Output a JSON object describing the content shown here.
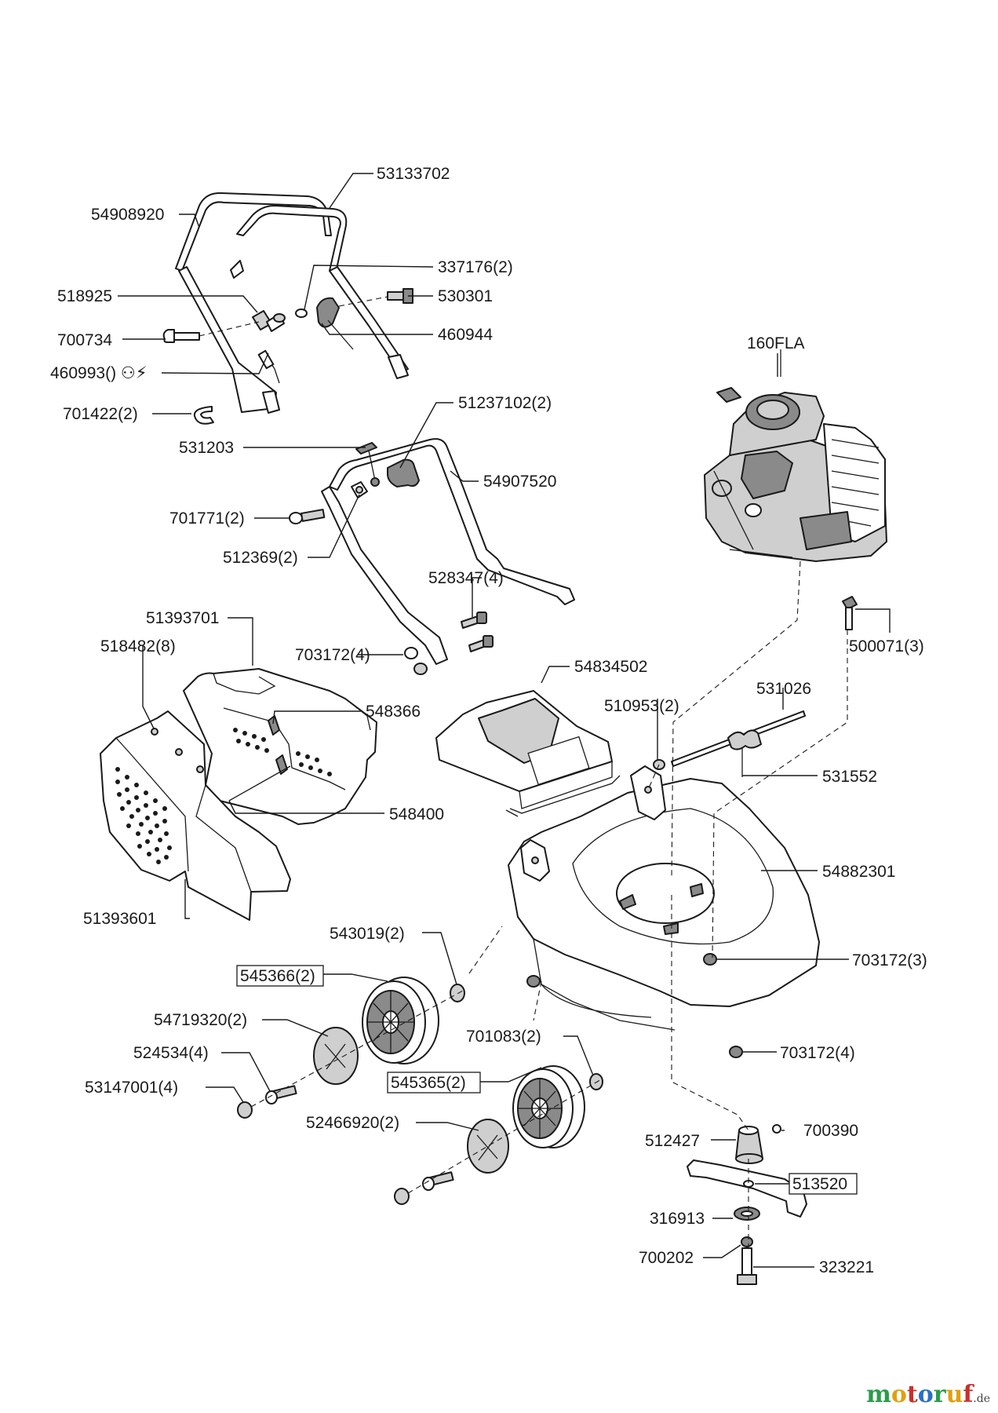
{
  "labels": {
    "handle_upper": "54908920",
    "handle_upper_right": "53133702",
    "clip_337176": "337176(2)",
    "part_518925": "518925",
    "screw_530301": "530301",
    "bolt_700734": "700734",
    "lever_460944": "460944",
    "cable_460993": "460993()",
    "clip_701422": "701422(2)",
    "knob_51237102": "51237102(2)",
    "rod_531203": "531203",
    "handle_lower": "54907520",
    "screw_701771": "701771(2)",
    "part_512369": "512369(2)",
    "screw_528347": "528347(4)",
    "nut_703172_4a": "703172(4)",
    "engine": "160FLA",
    "bolt_500071": "500071(3)",
    "bag_frame": "51393701",
    "rivet_518482": "518482(8)",
    "bag_part_548366": "548366",
    "bag_rod_548400": "548400",
    "bag_bottom": "51393601",
    "flap_54834502": "54834502",
    "washer_510953": "510953(2)",
    "axle_531026": "531026",
    "spring_531552": "531552",
    "deck_54882301": "54882301",
    "nut_703172_3": "703172(3)",
    "washer_543019": "543019(2)",
    "wheel_545366": "545366(2)",
    "cap_54719320": "54719320(2)",
    "screw_524534": "524534(4)",
    "cap_53147001": "53147001(4)",
    "washer_701083": "701083(2)",
    "wheel_545365": "545365(2)",
    "cap_52466920": "52466920(2)",
    "nut_703172_4b": "703172(4)",
    "adapter_512427": "512427",
    "key_700390": "700390",
    "blade_513520": "513520",
    "washer_316913": "316913",
    "washer_700202": "700202",
    "bolt_323221": "323221"
  },
  "watermark": "motoruf",
  "watermark_suffix": ".de",
  "colors": {
    "line": "#1a1a1a",
    "logo_m": "#2a9d4a",
    "logo_o1": "#e0a010",
    "logo_t": "#c8302a",
    "logo_o2": "#2a6fc8",
    "logo_r": "#2a9d4a",
    "logo_u": "#e0a010",
    "logo_f": "#c8302a"
  }
}
